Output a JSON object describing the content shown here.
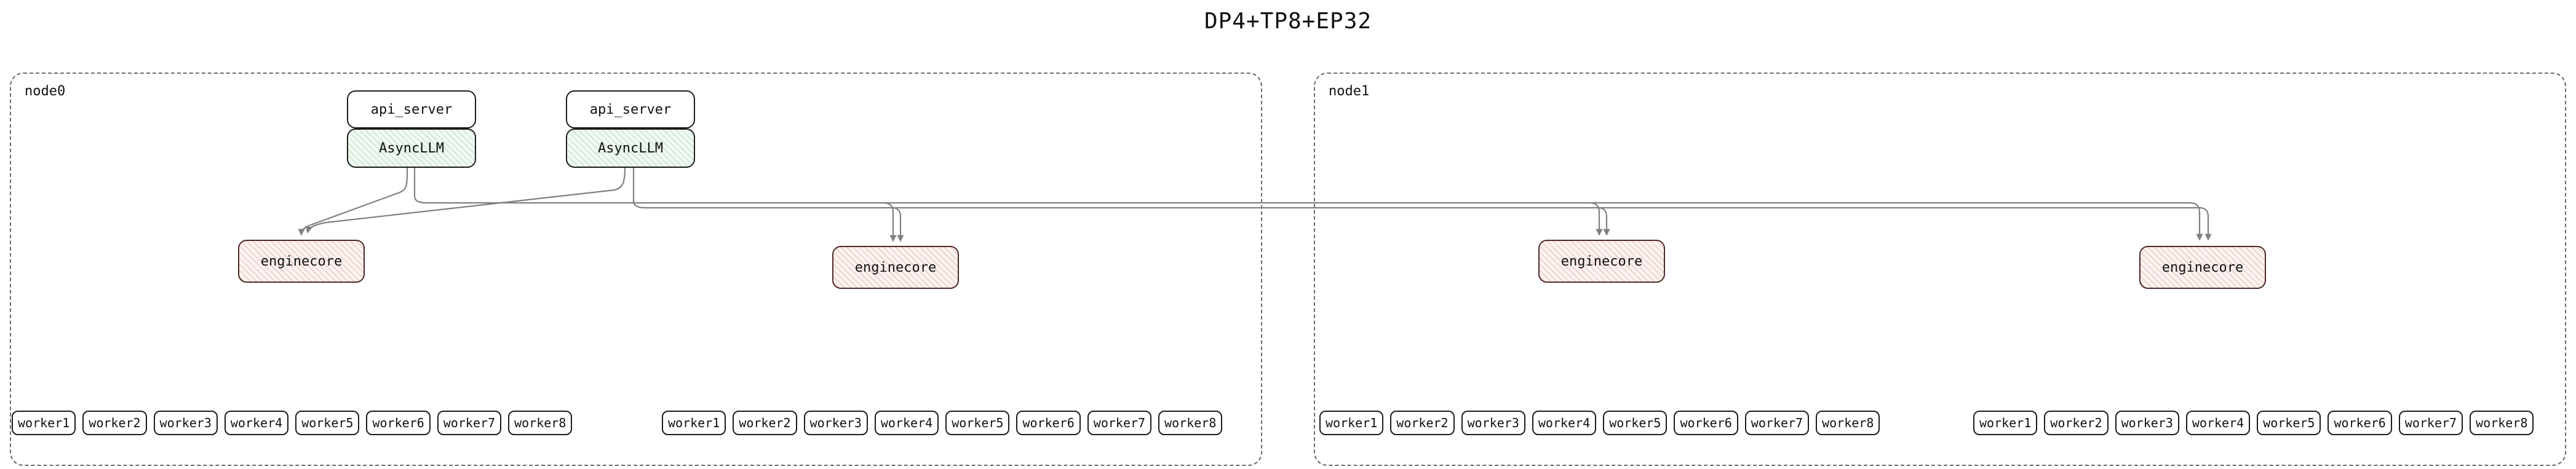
{
  "title": "DP4+TP8+EP32",
  "palette": {
    "edge_gray": "#808080",
    "node_dash_border": "#6b6b6b",
    "box_border": "#1c1c1c",
    "enginecore_border": "#4d2a26",
    "asyncllm_hatch": "#cfe9d6",
    "asyncllm_bg": "#f3faf4",
    "enginecore_hatch": "#f0d2cc",
    "enginecore_bg": "#fcf4f3"
  },
  "node0": {
    "label": "node0",
    "api_server_1": "api_server",
    "asyncllm_1": "AsyncLLM",
    "api_server_2": "api_server",
    "asyncllm_2": "AsyncLLM",
    "enginecore_1": "enginecore",
    "enginecore_2": "enginecore",
    "workers_a": [
      "worker1",
      "worker2",
      "worker3",
      "worker4",
      "worker5",
      "worker6",
      "worker7",
      "worker8"
    ],
    "workers_b": [
      "worker1",
      "worker2",
      "worker3",
      "worker4",
      "worker5",
      "worker6",
      "worker7",
      "worker8"
    ]
  },
  "node1": {
    "label": "node1",
    "enginecore_1": "enginecore",
    "enginecore_2": "enginecore",
    "workers_a": [
      "worker1",
      "worker2",
      "worker3",
      "worker4",
      "worker5",
      "worker6",
      "worker7",
      "worker8"
    ],
    "workers_b": [
      "worker1",
      "worker2",
      "worker3",
      "worker4",
      "worker5",
      "worker6",
      "worker7",
      "worker8"
    ]
  }
}
